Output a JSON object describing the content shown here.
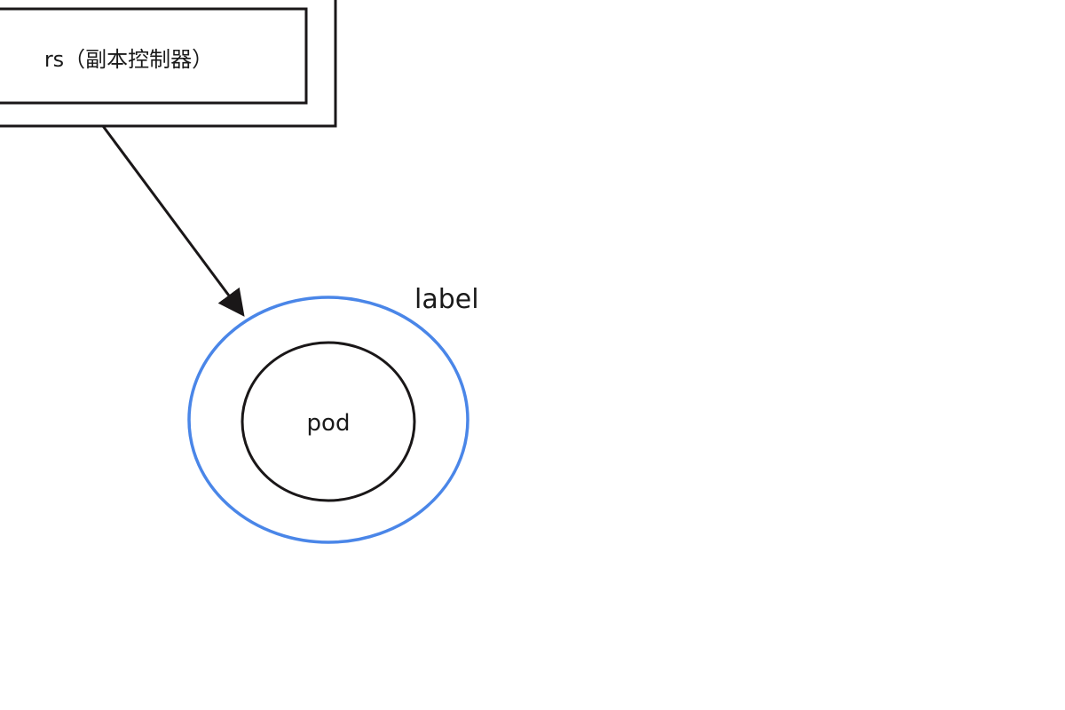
{
  "diagram": {
    "controller": {
      "label": "rs（副本控制器）"
    },
    "pod": {
      "label": "pod"
    },
    "label_ring": {
      "label": "label"
    },
    "colors": {
      "stroke_dark": "#1a1718",
      "label_ring": "#4a86e8",
      "background": "#ffffff"
    }
  }
}
